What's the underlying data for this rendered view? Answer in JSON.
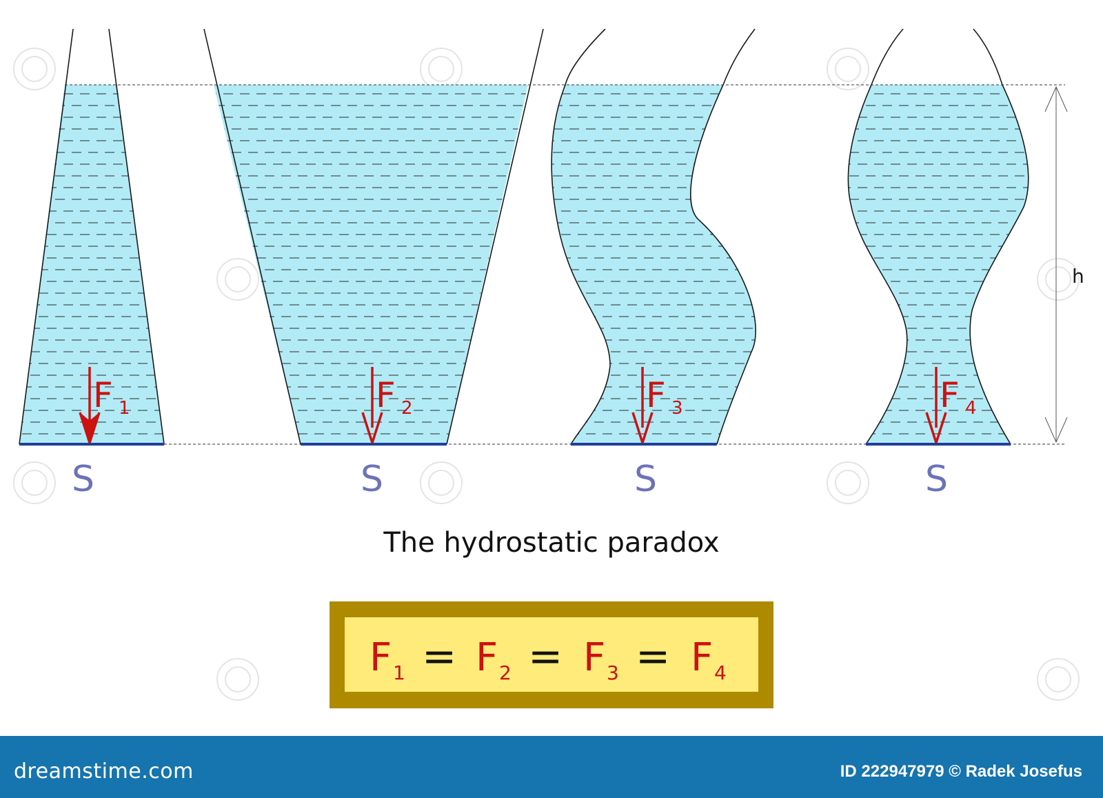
{
  "diagram": {
    "caption": "The hydrostatic paradox",
    "height_label": "h",
    "area_label": "S",
    "force_letter": "F",
    "vessels": [
      {
        "force_index": "1"
      },
      {
        "force_index": "2"
      },
      {
        "force_index": "3"
      },
      {
        "force_index": "4"
      }
    ],
    "equation": {
      "terms": [
        {
          "letter": "F",
          "index": "1"
        },
        {
          "letter": "F",
          "index": "2"
        },
        {
          "letter": "F",
          "index": "3"
        },
        {
          "letter": "F",
          "index": "4"
        }
      ],
      "sign": "="
    }
  },
  "footer": {
    "brand": "dreamstime.com",
    "credit": "ID 222947979 © Radek Josefus"
  },
  "colors": {
    "water": "#b2ebf6",
    "force": "#cc1111",
    "area_label": "#6c72b8",
    "base": "#1f3f9a",
    "footer_bg": "#1674ae",
    "equation_frame": "#ad8a00",
    "equation_fill": "#ffeb7a"
  }
}
